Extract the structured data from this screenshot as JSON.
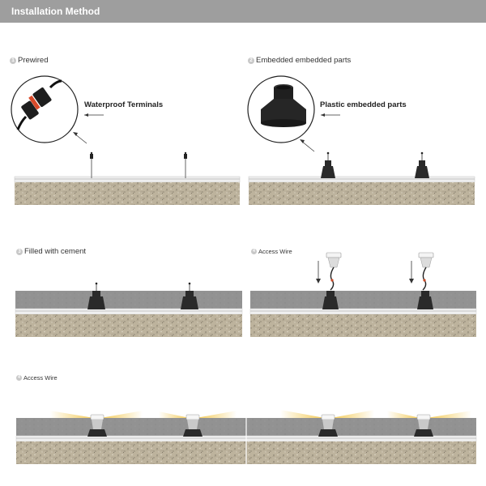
{
  "header": {
    "title": "Installation Method"
  },
  "steps": [
    {
      "num": "1",
      "label": "Prewired"
    },
    {
      "num": "2",
      "label": "Embedded embedded parts"
    },
    {
      "num": "3",
      "label": "Filled with cement"
    },
    {
      "num": "4",
      "label": "Access Wire"
    },
    {
      "num": "4",
      "label": "Access Wire"
    }
  ],
  "callouts": {
    "terminals": "Waterproof Terminals",
    "embedded": "Plastic embedded parts"
  },
  "colors": {
    "header_bg": "#9e9e9e",
    "gravel": "#b7ad97",
    "cement": "#8f8f8f",
    "embedded_part": "#2a2a2a",
    "light_glow": "#f2c64a"
  }
}
